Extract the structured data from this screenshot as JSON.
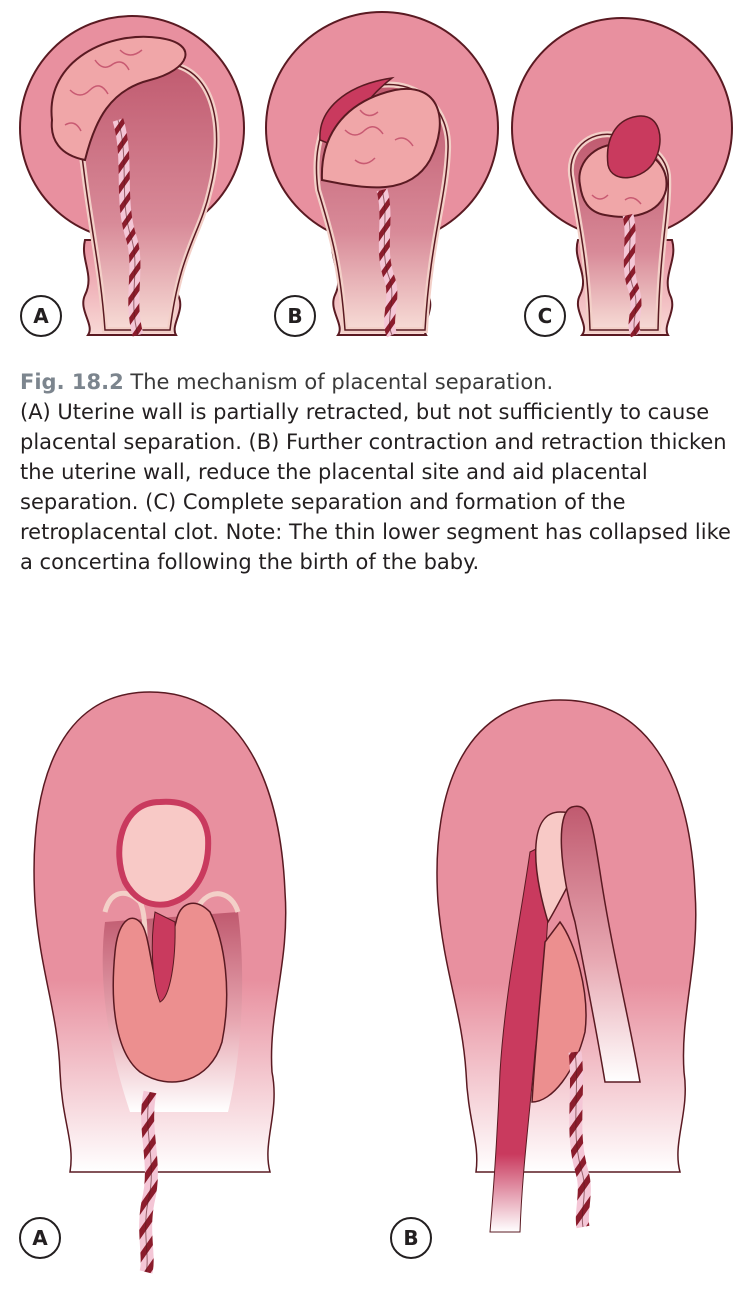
{
  "figure_1": {
    "number": "Fig. 18.2",
    "title": "The mechanism of placental separation.",
    "description": "(A) Uterine wall is partially retracted, but not sufficiently to cause placental separation. (B) Further contraction and retraction thicken the uterine wall, reduce the placental site and aid placental separation. (C) Complete separation and formation of the retroplacental clot. Note: The thin lower segment has collapsed like a concertina following the birth of the baby.",
    "panel_labels": [
      "A",
      "B",
      "C"
    ]
  },
  "figure_2": {
    "panel_labels": [
      "A",
      "B"
    ]
  },
  "colors": {
    "uterus_outer": "#e8909f",
    "uterus_inner": "#c85a72",
    "placenta": "#f0a6a8",
    "clot": "#c93a5e",
    "cord": "#8b1c2c",
    "outline": "#5a1a22"
  }
}
